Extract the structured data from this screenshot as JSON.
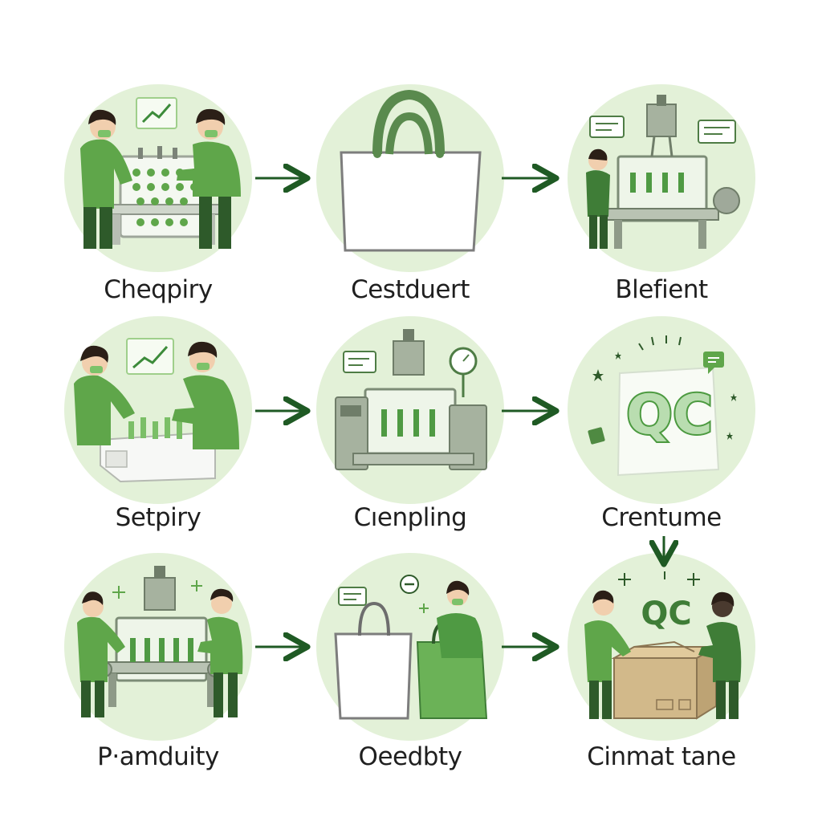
{
  "diagram": {
    "steps": [
      {
        "label": "Cheqpiry",
        "icon": "workers-sorting-seedlings-icon"
      },
      {
        "label": "Cestduert",
        "icon": "tote-bag-icon"
      },
      {
        "label": "Blefient",
        "icon": "planting-machine-icon"
      },
      {
        "label": "Setpiry",
        "icon": "workers-packing-seedlings-icon"
      },
      {
        "label": "Cıenpling",
        "icon": "seedling-machine-gauge-icon"
      },
      {
        "label": "Crentume",
        "icon": "qc-document-icon"
      },
      {
        "label": "P·amduity",
        "icon": "workers-at-machine-icon"
      },
      {
        "label": "Oeedbty",
        "icon": "bags-with-worker-icon"
      },
      {
        "label": "Cinmat tane",
        "icon": "qc-box-inspection-icon"
      }
    ],
    "badges": {
      "qc_large": "QC",
      "qc_small": "QC"
    },
    "colors": {
      "circle": "#e3f1d8",
      "dark_green": "#2e6b2e",
      "mid_green": "#5fa64a",
      "light_green": "#9fd08a",
      "arrow": "#1f5a24",
      "skin": "#f1cfae",
      "hair": "#2b1f17",
      "box": "#d2b98a"
    }
  }
}
